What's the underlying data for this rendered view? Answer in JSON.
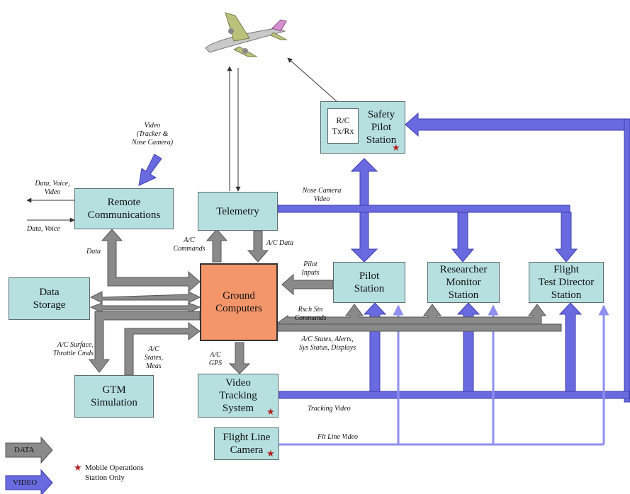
{
  "nodes": {
    "safety_pilot": "Safety\nPilot\nStation",
    "rc": "R/C\nTx/Rx",
    "remote_comms": "Remote\nCommunications",
    "telemetry": "Telemetry",
    "data_storage": "Data\nStorage",
    "ground_computers": "Ground\nComputers",
    "pilot_station": "Pilot\nStation",
    "researcher_monitor": "Researcher\nMonitor\nStation",
    "flight_test_director": "Flight\nTest Director\nStation",
    "gtm_simulation": "GTM\nSimulation",
    "video_tracking": "Video\nTracking\nSystem",
    "flight_line_camera": "Flight Line\nCamera"
  },
  "labels": {
    "video_in": "Video\n(Tracker &\nNose Camera)",
    "data_voice_video": "Data, Voice,\nVideo",
    "data_voice": "Data, Voice",
    "data": "Data",
    "ac_commands": "A/C\nCommands",
    "ac_data": "A/C Data",
    "nose_camera_video": "Nose Camera\nVideo",
    "pilot_inputs": "Pilot\nInputs",
    "rsch_stn_commands": "Rsch Stn\nCommands",
    "ac_states_alerts": "A/C States, Alerts,\nSys Status, Displays",
    "surface_throttle": "A/C Surface,\nThrottle Cmds",
    "ac_states_meas": "A/C\nStates,\nMeas",
    "ac_gps": "A/C\nGPS",
    "tracking_video": "Tracking Video",
    "flt_line_video": "Flt Line Video"
  },
  "legend": {
    "data": "DATA",
    "video": "VIDEO",
    "mobile_note": "Mobile Operations\nStation Only"
  },
  "colors": {
    "box_fill": "#b6dfe0",
    "core_fill": "#f4956a",
    "data_arrow": "#8a8a8a",
    "video_arrow": "#6a6ae0",
    "video_thin": "#8f8ff0",
    "star": "#b02020"
  }
}
